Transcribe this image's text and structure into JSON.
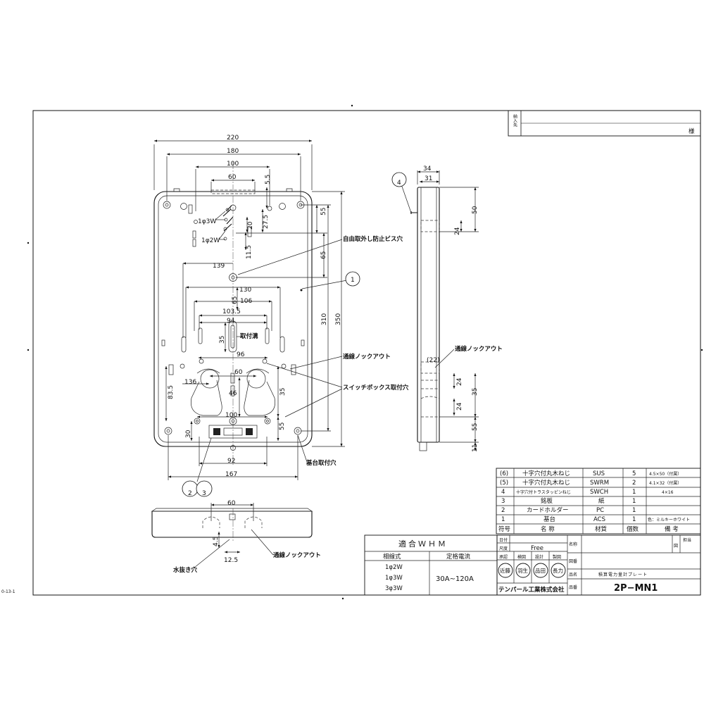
{
  "corner_mark": "0-13-1",
  "delivery_label": "納入先",
  "delivery_suffix": "様",
  "dimensions_front": {
    "w220": "220",
    "w180": "180",
    "w100": "100",
    "w60": "60",
    "v5_5": "5.5",
    "v55": "55",
    "v27_5": "27.5",
    "v20": "20",
    "v11_5": "11.5",
    "v65a": "65",
    "w139": "139",
    "w130": "130",
    "w106": "106",
    "w103_5": "103.5",
    "w94": "94",
    "v65b": "65",
    "v35a": "35",
    "w96": "96",
    "w60b": "60",
    "v310": "310",
    "v350": "350",
    "w136": "136",
    "v46": "46",
    "v35b": "35",
    "v83_5": "83.5",
    "w100b": "100",
    "v30": "30",
    "v55b": "55",
    "w92": "92",
    "w167": "167"
  },
  "wiring_labels": {
    "w3": "1φ3W",
    "w2": "1φ2W"
  },
  "dimensions_side": {
    "w34": "34",
    "w31": "31",
    "v50": "50",
    "v24a": "24",
    "v22": "(22)",
    "v24b": "24",
    "v35": "35",
    "v24c": "24",
    "v55": "55",
    "v11": "11"
  },
  "dimensions_bottom": {
    "w60": "60",
    "v4_5": "4.5",
    "w12_5": "12.5"
  },
  "callouts": {
    "anti_removal": "自由取外し防止ビス穴",
    "mount_groove": "取付溝",
    "knockout_front": "通線ノックアウト",
    "switch_box": "スイッチボックス取付穴",
    "base_mount": "基台取付穴",
    "knockout_side": "通線ノックアウト",
    "drain": "水抜き穴",
    "knockout_bottom": "通線ノックアウト"
  },
  "balloons": {
    "b1": "1",
    "b2": "2",
    "b3": "3",
    "b4": "4"
  },
  "parts_table": {
    "header": [
      "符号",
      "名 称",
      "材質",
      "個数",
      "備 考"
    ],
    "rows": [
      [
        "(6)",
        "十字穴付丸木ねじ",
        "SUS",
        "5",
        "4.5×50（付属）"
      ],
      [
        "(5)",
        "十字穴付丸木ねじ",
        "SWRM",
        "2",
        "4.1×32（付属）"
      ],
      [
        "4",
        "十字穴付トラスタッピンねじ",
        "SWCH",
        "1",
        "4×16"
      ],
      [
        "3",
        "銘板",
        "紙",
        "1",
        ""
      ],
      [
        "2",
        "カードホルダー",
        "PC",
        "1",
        ""
      ],
      [
        "1",
        "基台",
        "ACS",
        "1",
        "色：ミルキーホワイト"
      ]
    ]
  },
  "whm_table": {
    "title": "適合ＷＨＭ",
    "col1_header": "相線式",
    "col2_header": "定格電流",
    "systems": [
      "1φ2W",
      "1φ3W",
      "3φ3W"
    ],
    "rating": "30A∼120A"
  },
  "title_block": {
    "date_label": "日付",
    "scale_label": "尺度",
    "scale_value": "Free",
    "approve_labels": [
      "承認",
      "検図",
      "設計",
      "製図"
    ],
    "stamps": [
      "近藤",
      "羽生",
      "品田",
      "長力"
    ],
    "company": "テンパール工業株式会社",
    "name_label": "名称",
    "drawing_no_label": "図番",
    "product_name_label": "品名",
    "product_name": "積算電力量計プレート",
    "product_code_label": "品番",
    "product_code": "2P−MN1",
    "person_label": "担当",
    "unit_label": "図"
  }
}
